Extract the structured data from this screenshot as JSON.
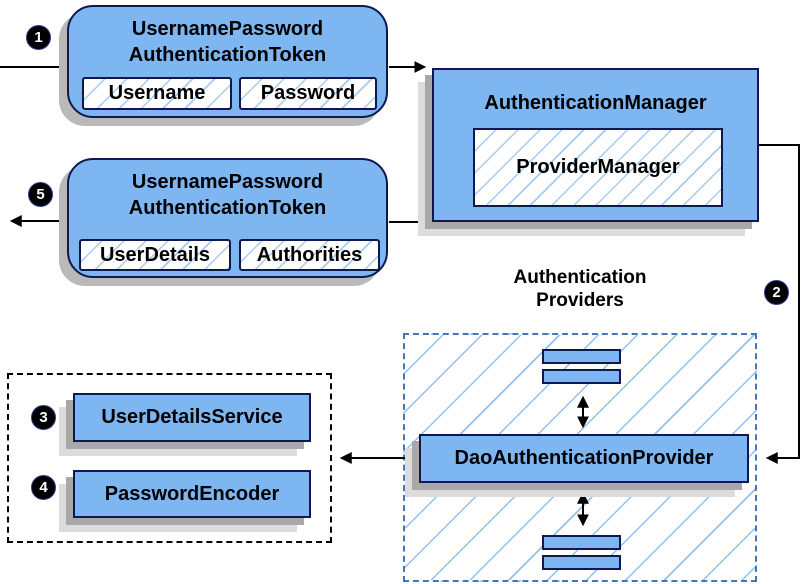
{
  "steps": {
    "one": "1",
    "two": "2",
    "three": "3",
    "four": "4",
    "five": "5"
  },
  "request_token": {
    "title": "UsernamePassword\nAuthenticationToken",
    "fields": [
      "Username",
      "Password"
    ]
  },
  "authentication_manager": {
    "title": "AuthenticationManager",
    "inner": "ProviderManager"
  },
  "result_token": {
    "title": "UsernamePassword\nAuthenticationToken",
    "fields": [
      "UserDetails",
      "Authorities"
    ]
  },
  "providers": {
    "heading": "Authentication\nProviders",
    "dao_provider": "DaoAuthenticationProvider"
  },
  "services": {
    "user_details_service": "UserDetailsService",
    "password_encoder": "PasswordEncoder"
  },
  "colors": {
    "box_fill": "#7eb6f2",
    "box_border": "#10194f",
    "hatch_line": "#a5cbf2",
    "providers_dash_border": "#4577b5",
    "dotted_group_border": "#000000",
    "connector": "#000000",
    "shadow": "#b9b9b9",
    "badge_fill": "#000000",
    "badge_text": "#ffffff"
  }
}
